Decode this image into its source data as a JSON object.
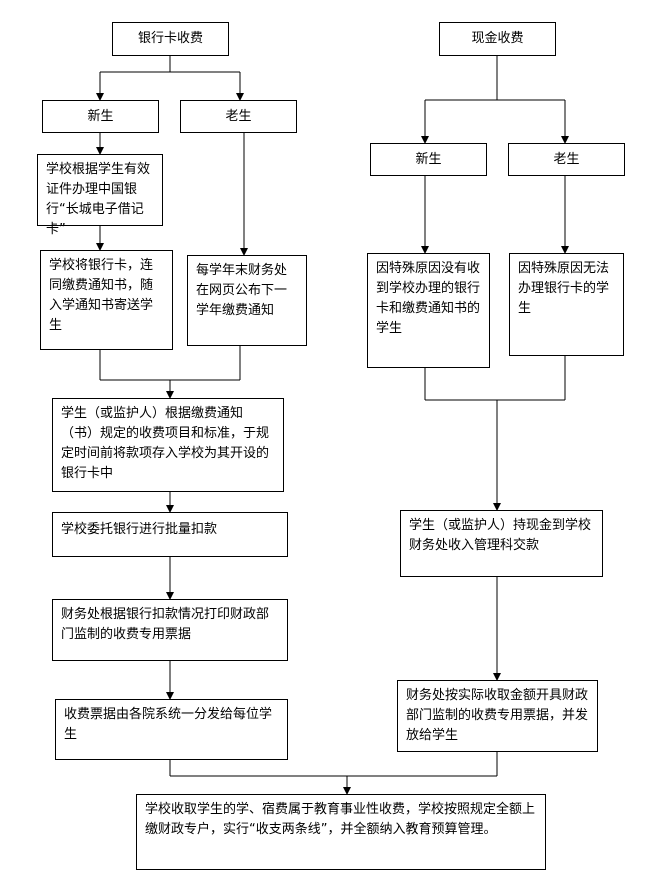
{
  "flowchart": {
    "bank": {
      "title": "银行卡收费",
      "new_student": "新生",
      "old_student": "老生",
      "new_step1": "学校根据学生有效证件办理中国银行“长城电子借记卡”",
      "new_step2": "学校将银行卡，连同缴费通知书，随入学通知书寄送学生",
      "old_step1": "每学年末财务处在网页公布下一学年缴费通知",
      "deposit": "学生（或监护人）根据缴费通知（书）规定的收费项目和标准，于规定时间前将款项存入学校为其开设的银行卡中",
      "debit": "学校委托银行进行批量扣款",
      "print_receipt": "财务处根据银行扣款情况打印财政部门监制的收费专用票据",
      "distribute": "收费票据由各院系统一分发给每位学生"
    },
    "cash": {
      "title": "现金收费",
      "new_student": "新生",
      "old_student": "老生",
      "new_reason": "因特殊原因没有收到学校办理的银行卡和缴费通知书的学生",
      "old_reason": "因特殊原因无法办理银行卡的学生",
      "pay": "学生（或监护人）持现金到学校财务处收入管理科交款",
      "receipt": "财务处按实际收取金额开具财政部门监制的收费专用票据，并发放给学生"
    },
    "final": "学校收取学生的学、宿费属于教育事业性收费，学校按照规定全额上缴财政专户，实行“收支两条线”，并全额纳入教育预算管理。"
  }
}
